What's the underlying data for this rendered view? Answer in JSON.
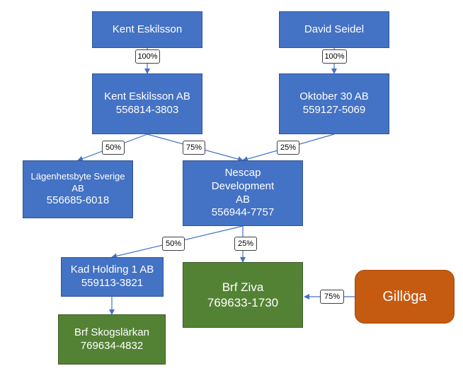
{
  "colors": {
    "entity_blue": "#4472c4",
    "property_green": "#548235",
    "external_orange": "#c55a11",
    "connector": "#4472c4"
  },
  "nodes": {
    "kent_eskilsson": {
      "name": "Kent Eskilsson"
    },
    "david_seidel": {
      "name": "David Seidel"
    },
    "kent_eskilsson_ab": {
      "name": "Kent Eskilsson AB",
      "orgnr": "556814-3803"
    },
    "oktober_30_ab": {
      "name": "Oktober 30 AB",
      "orgnr": "559127-5069"
    },
    "lagenhetsbyte": {
      "name": "Lägenhetsbyte Sverige AB",
      "orgnr": "556685-6018"
    },
    "nescap": {
      "name": "Nescap Development AB",
      "orgnr": "556944-7757"
    },
    "kad_holding": {
      "name": "Kad Holding 1 AB",
      "orgnr": "559113-3821"
    },
    "brf_ziva": {
      "name": "Brf Ziva",
      "orgnr": "769633-1730"
    },
    "gilloga": {
      "name": "Gillöga"
    },
    "brf_skogslarkan": {
      "name": "Brf Skogslärkan",
      "orgnr": "769634-4832"
    }
  },
  "ownership": {
    "kent_to_kentab": "100%",
    "david_to_oktober": "100%",
    "kentab_to_lagenhetsbyte": "50%",
    "kentab_to_nescap": "75%",
    "oktober_to_nescap": "25%",
    "nescap_to_kad": "50%",
    "nescap_to_ziva": "25%",
    "gilloga_to_ziva": "75%"
  }
}
